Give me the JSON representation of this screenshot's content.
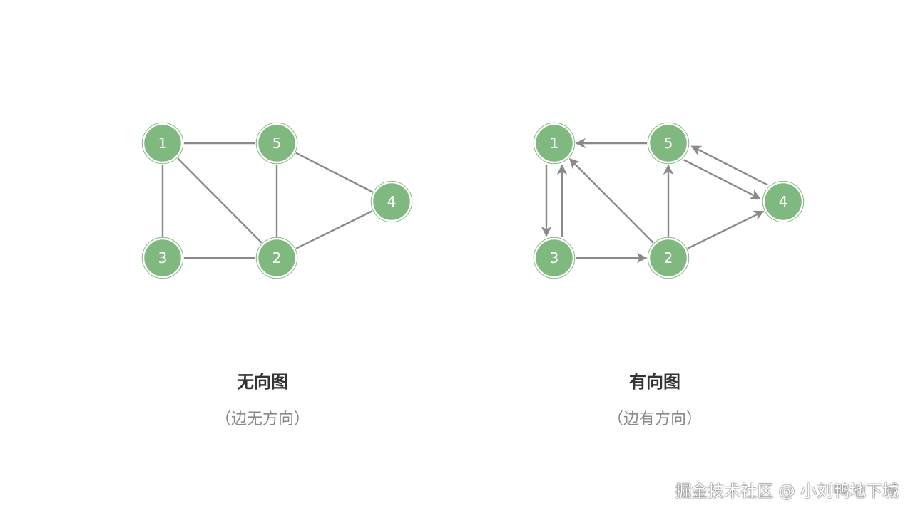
{
  "colors": {
    "node_fill": "#80b97f",
    "edge": "#8a8a8a",
    "title": "#333333",
    "subtitle": "#8a8a8a"
  },
  "graphs": [
    {
      "id": "undirected",
      "directed": false,
      "title": "无向图",
      "subtitle": "（边无方向）",
      "nodes": [
        "1",
        "5",
        "4",
        "3",
        "2"
      ],
      "edges": [
        [
          "1",
          "5"
        ],
        [
          "1",
          "3"
        ],
        [
          "1",
          "2"
        ],
        [
          "5",
          "2"
        ],
        [
          "5",
          "4"
        ],
        [
          "3",
          "2"
        ],
        [
          "2",
          "4"
        ]
      ]
    },
    {
      "id": "directed",
      "directed": true,
      "title": "有向图",
      "subtitle": "（边有方向）",
      "nodes": [
        "1",
        "5",
        "4",
        "3",
        "2"
      ],
      "edges": [
        [
          "5",
          "1"
        ],
        [
          "1",
          "3"
        ],
        [
          "3",
          "1"
        ],
        [
          "2",
          "1"
        ],
        [
          "3",
          "2"
        ],
        [
          "2",
          "5"
        ],
        [
          "5",
          "4"
        ],
        [
          "4",
          "5"
        ],
        [
          "2",
          "4"
        ]
      ]
    }
  ],
  "watermark": "掘金技术社区 @ 小刘鸭地下城"
}
